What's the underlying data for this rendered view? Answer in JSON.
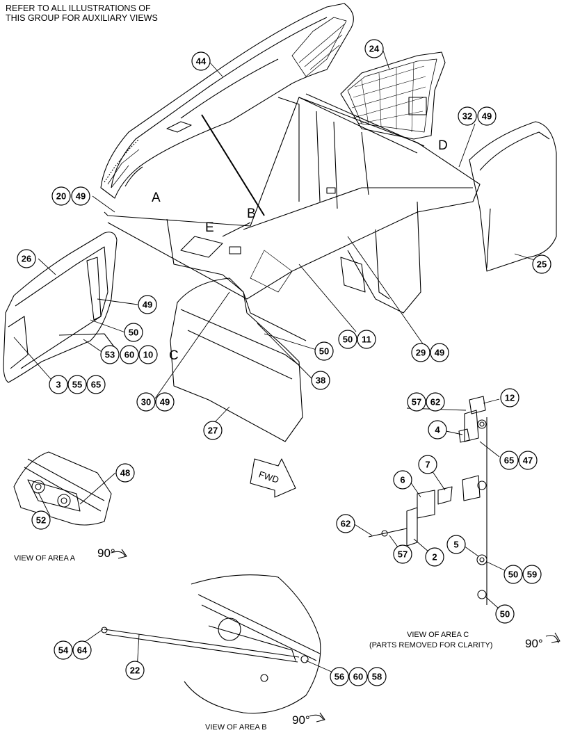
{
  "note": [
    "REFER TO ALL ILLUSTRATIONS OF",
    "THIS GROUP FOR AUXILIARY VIEWS"
  ],
  "area_letters": {
    "a": "A",
    "b": "B",
    "c": "C",
    "d": "D",
    "e": "E"
  },
  "fwd": "FWD",
  "callouts": [
    "44",
    "24",
    "32",
    "49",
    "20",
    "49",
    "26",
    "49",
    "50",
    "53",
    "60",
    "10",
    "3",
    "55",
    "65",
    "25",
    "50",
    "11",
    "29",
    "49",
    "50",
    "38",
    "30",
    "49",
    "27",
    "12",
    "57",
    "62",
    "4",
    "65",
    "47",
    "7",
    "6",
    "62",
    "57",
    "2",
    "5",
    "50",
    "59",
    "50",
    "48",
    "52",
    "54",
    "64",
    "22",
    "56",
    "60",
    "58"
  ],
  "captions": {
    "view_a": "VIEW OF AREA  A",
    "view_b": "VIEW OF AREA  B",
    "view_c_1": "VIEW OF AREA  C",
    "view_c_2": "(PARTS REMOVED FOR CLARITY)",
    "rotation": "90°"
  }
}
